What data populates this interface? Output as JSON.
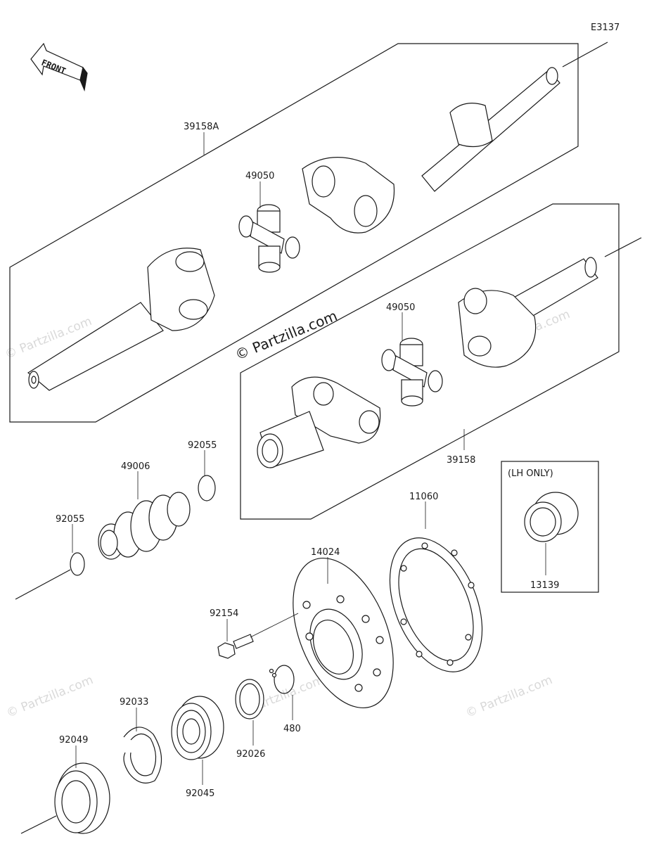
{
  "diagram_code": "E3137",
  "front_label": "FRONT",
  "watermark": "© Partzilla.com",
  "lh_only_note": "(LH ONLY)",
  "labels": {
    "p39158A": "39158A",
    "p49050_upper": "49050",
    "p49050_lower": "49050",
    "p39158": "39158",
    "p49006": "49006",
    "p92055_top": "92055",
    "p92055_left": "92055",
    "p11060": "11060",
    "p13139": "13139",
    "p14024": "14024",
    "p92154": "92154",
    "p92033": "92033",
    "p92049": "92049",
    "p92045": "92045",
    "p92026": "92026",
    "p480": "480"
  }
}
